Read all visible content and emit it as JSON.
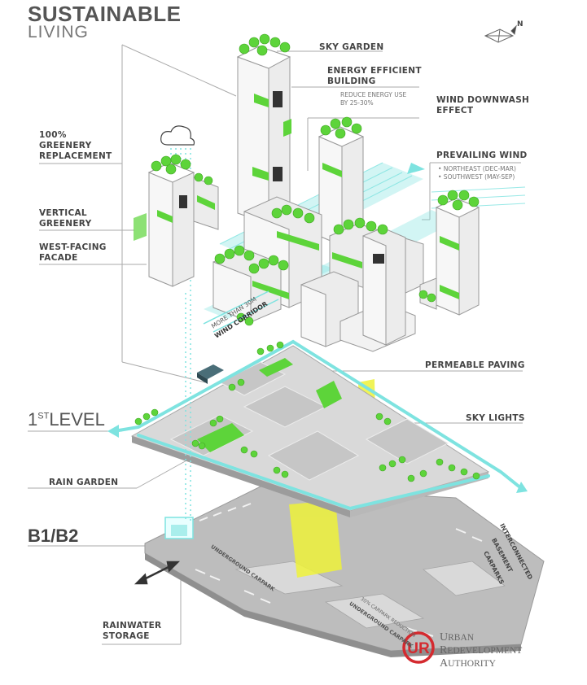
{
  "title": {
    "line1": "SUSTAINABLE",
    "line2": "LIVING"
  },
  "labels": {
    "sky_garden": "SKY GARDEN",
    "energy_building_1": "ENERGY EFFICIENT",
    "energy_building_2": "BUILDING",
    "energy_note_1": "REDUCE ENERGY USE",
    "energy_note_2": "BY 25-30%",
    "wind_downwash_1": "WIND DOWNWASH",
    "wind_downwash_2": "EFFECT",
    "prevailing_wind": "PREVAILING WIND",
    "wind_northeast": "• NORTHEAST (DEC-MAR)",
    "wind_southwest": "• SOUTHWEST (MAY-SEP)",
    "greenery_1": "100%",
    "greenery_2": "GREENERY",
    "greenery_3": "REPLACEMENT",
    "vertical_1": "VERTICAL",
    "vertical_2": "GREENERY",
    "west_1": "WEST-FACING",
    "west_2": "FACADE",
    "wind_corridor_1": "MORE THAN 30M",
    "wind_corridor_2": "WIND CORRIDOR",
    "permeable_paving": "PERMEABLE PAVING",
    "sky_lights": "SKY LIGHTS",
    "first_level_num": "1",
    "first_level_sup": "ST",
    "first_level_word": "LEVEL",
    "rain_garden": "RAIN GARDEN",
    "b1b2": "B1/B2",
    "carpark_1": "UNDERGROUND CARPARK",
    "carpark_2": "UNDERGROUND CARPARK",
    "carpark_note": "30% CARPARK REDUCTION",
    "interconnected_1": "INTERCONNECTED",
    "interconnected_2": "BASEMENT",
    "interconnected_3": "CARPARKS",
    "rainwater_1": "RAINWATER",
    "rainwater_2": "STORAGE"
  },
  "logo": {
    "mark": "UR",
    "word1_initial": "U",
    "word1_rest": "RBAN",
    "word2_initial": "R",
    "word2_rest": "EDEVELOPMENT",
    "word3_initial": "A",
    "word3_rest": "UTHORITY"
  },
  "compass": {
    "north": "N"
  },
  "colors": {
    "green": "#5dd43a",
    "cyan": "#7ee3e0",
    "yellow": "#eef23a",
    "logo_red": "#d42a2f",
    "building": "#ececec",
    "ground": "#d9d9d9",
    "basement": "#bdbdbd"
  }
}
